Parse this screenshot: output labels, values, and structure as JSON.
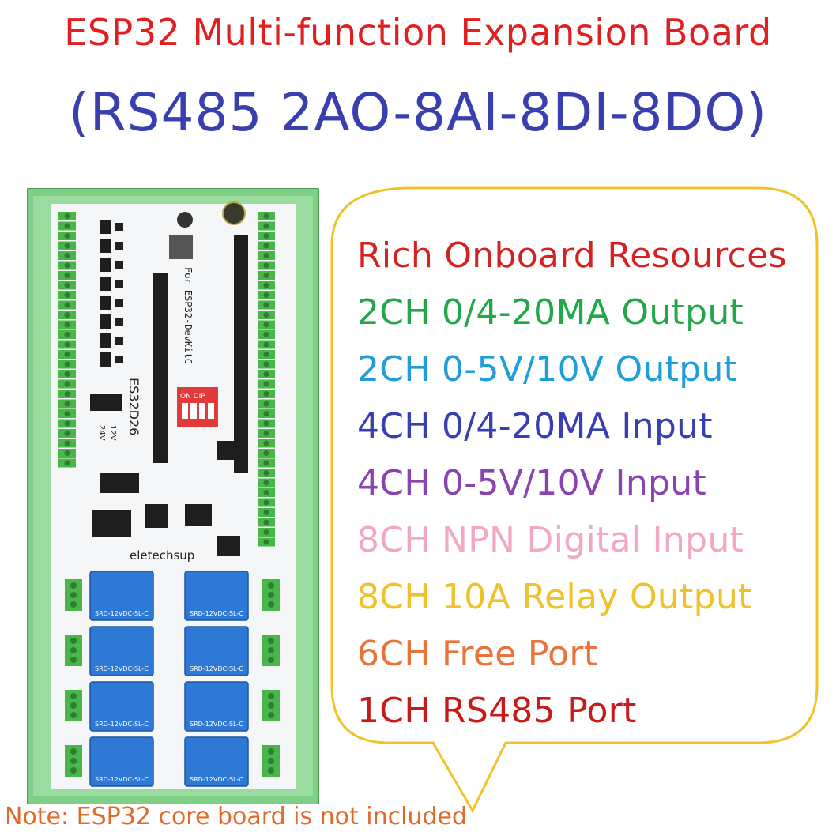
{
  "header": {
    "title": "ESP32 Multi-function Expansion Board",
    "subtitle": "(RS485 2AO-8AI-8DI-8DO)"
  },
  "board_photo": {
    "brand": "eletechsup",
    "model": "ES32D26",
    "core_slot_label": "For ESP32-DevKitC",
    "dip_label": "ON DIP",
    "power_options": [
      "12V",
      "24V"
    ],
    "relay_marking": "SRD-12VDC-SL-C"
  },
  "features": [
    {
      "text": "Rich Onboard Resources",
      "color": "#d42222"
    },
    {
      "text": "2CH 0/4-20MA Output",
      "color": "#22a84a"
    },
    {
      "text": "2CH 0-5V/10V Output",
      "color": "#1f9ed8"
    },
    {
      "text": "4CH 0/4-20MA Input",
      "color": "#3a3fb0"
    },
    {
      "text": "4CH 0-5V/10V Input",
      "color": "#8a44b0"
    },
    {
      "text": "8CH NPN Digital Input",
      "color": "#f2a9bf"
    },
    {
      "text": "8CH 10A Relay Output",
      "color": "#f0c22a"
    },
    {
      "text": "6CH Free Port",
      "color": "#e8743a"
    },
    {
      "text": "1CH RS485 Port",
      "color": "#c91a1a"
    }
  ],
  "note": "Note: ESP32 core board is not included",
  "colors": {
    "bubble_border": "#f2c229",
    "din_rail": "#7fcf86",
    "terminal": "#49b649",
    "relay": "#2e78d6"
  }
}
